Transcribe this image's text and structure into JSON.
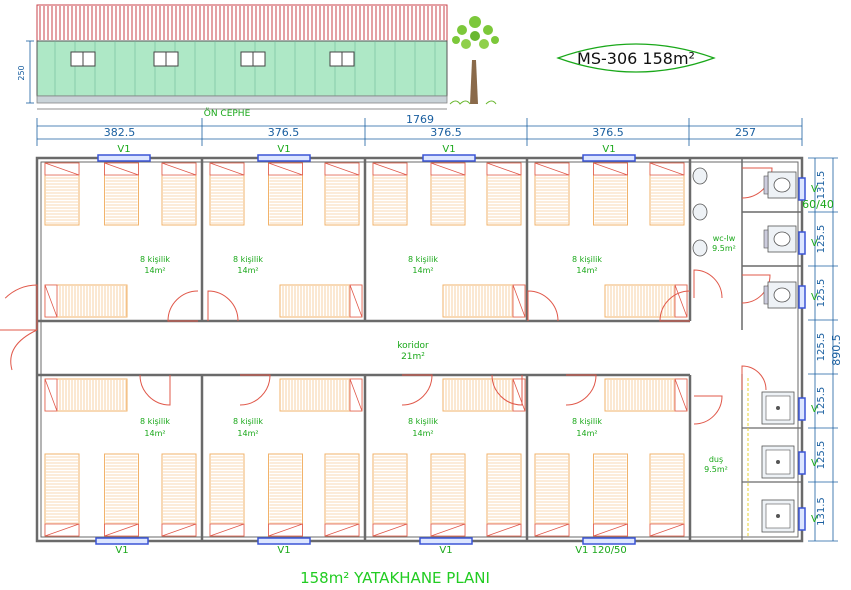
{
  "header": {
    "model_label": "MS-306 158m²",
    "facade_label": "ÖN CEPHE",
    "facade_height": "250"
  },
  "footer": {
    "plan_title": "158m² YATAKHANE PLANI"
  },
  "dimensions": {
    "total_width": "1769",
    "segments": [
      "382.5",
      "376.5",
      "376.5",
      "376.5",
      "257"
    ],
    "right_segments": [
      "131.5",
      "125.5",
      "125.5",
      "125.5",
      "125.5",
      "125.5",
      "131.5"
    ],
    "total_depth": "890.5"
  },
  "windows": {
    "top": [
      "V1",
      "V1",
      "V1",
      "V1"
    ],
    "bottom": [
      "V1",
      "V1",
      "V1",
      "V1 120/50"
    ],
    "side_window": "V",
    "side_window_size": "60/40"
  },
  "rooms": {
    "top": [
      {
        "name": "8 kişilik",
        "area": "14m²"
      },
      {
        "name": "8 kişilik",
        "area": "14m²"
      },
      {
        "name": "8 kişilik",
        "area": "14m²"
      },
      {
        "name": "8 kişilik",
        "area": "14m²"
      }
    ],
    "bottom": [
      {
        "name": "8 kişilik",
        "area": "14m²"
      },
      {
        "name": "8 kişilik",
        "area": "14m²"
      },
      {
        "name": "8 kişilik",
        "area": "14m²"
      },
      {
        "name": "8 kişilik",
        "area": "14m²"
      }
    ],
    "corridor": {
      "name": "koridor",
      "area": "21m²"
    },
    "wc": {
      "name": "wc-lw",
      "area": "9.5m²"
    },
    "shower": {
      "name": "duş",
      "area": "9.5m²"
    }
  },
  "colors": {
    "wall": "#6a6a6a",
    "bed": "#f2b36b",
    "door": "#e0584a",
    "label": "#1aa81a",
    "dim": "#1a5fa0",
    "facade": "#aee8c6",
    "roof": "#c8404a",
    "window_frame": "#3b55d6"
  }
}
